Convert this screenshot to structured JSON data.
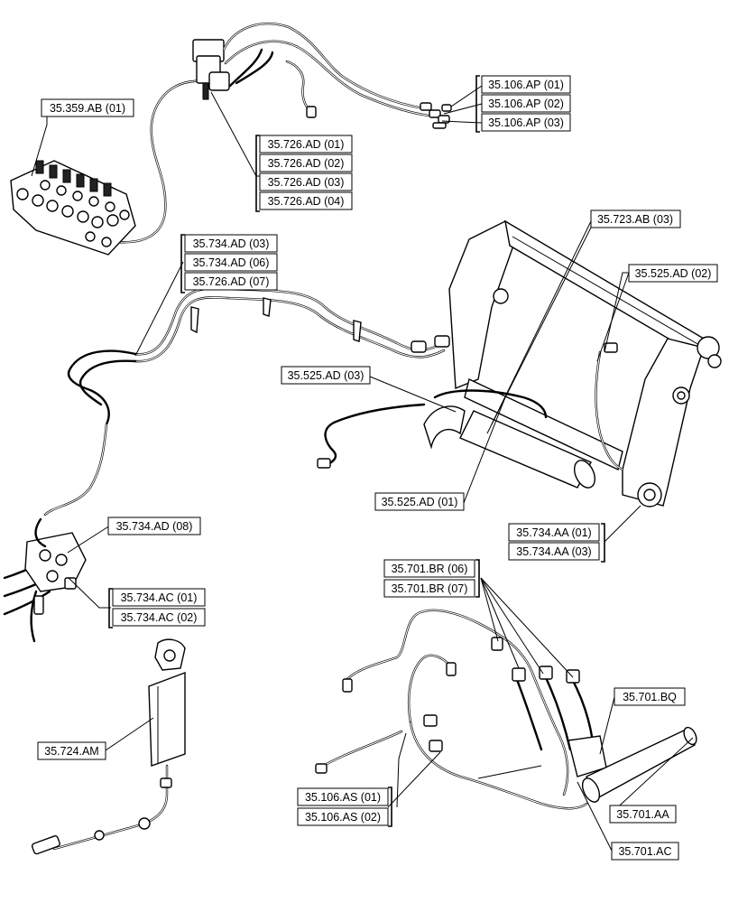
{
  "callouts": {
    "c1": "35.106.AP (01)",
    "c2": "35.106.AP (02)",
    "c3": "35.106.AP (03)",
    "c4": "35.359.AB (01)",
    "c5": "35.726.AD (01)",
    "c6": "35.726.AD (02)",
    "c7": "35.726.AD (03)",
    "c8": "35.726.AD (04)",
    "c9": "35.723.AB (03)",
    "c10": "35.734.AD (03)",
    "c11": "35.734.AD (06)",
    "c12": "35.726.AD (07)",
    "c13": "35.525.AD (02)",
    "c14": "35.525.AD (03)",
    "c15": "35.525.AD (01)",
    "c16": "35.734.AA (01)",
    "c17": "35.734.AA (03)",
    "c18": "35.734.AD (08)",
    "c19": "35.701.BR (06)",
    "c20": "35.701.BR (07)",
    "c21": "35.734.AC (01)",
    "c22": "35.734.AC (02)",
    "c23": "35.701.BQ",
    "c24": "35.724.AM",
    "c25": "35.106.AS (01)",
    "c26": "35.106.AS (02)",
    "c27": "35.701.AA",
    "c28": "35.701.AC"
  }
}
